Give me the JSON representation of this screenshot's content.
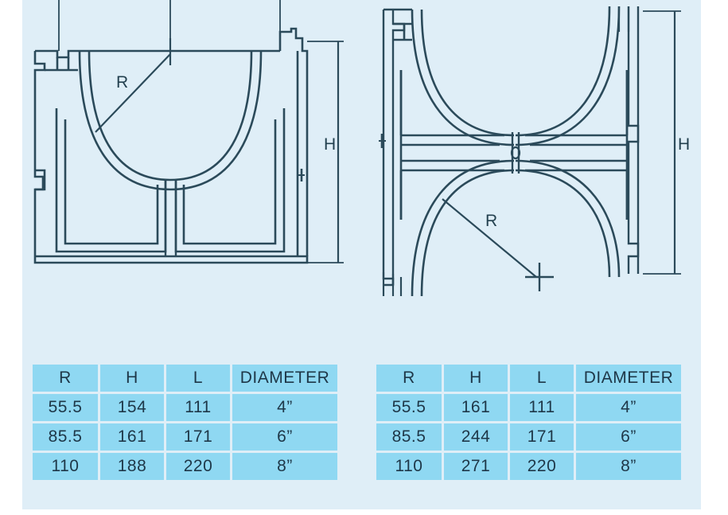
{
  "page": {
    "background_color": "#ffffff",
    "panel_color": "#dfeef7",
    "line_color": "#2b4a5a",
    "table_cell_color": "#8fd8f2",
    "table_text_color": "#1e3748"
  },
  "drawings": [
    {
      "id": "left-channel-section",
      "name": "u-channel-cross-section",
      "labels": {
        "radius": "R",
        "height": "H"
      }
    },
    {
      "id": "right-channel-section",
      "name": "hourglass-channel-cross-section",
      "labels": {
        "radius": "R",
        "height": "H"
      }
    }
  ],
  "tables": [
    {
      "id": "left-table",
      "name": "dimension-table-left",
      "headers": [
        "R",
        "H",
        "L",
        "DIAMETER"
      ],
      "rows": [
        [
          "55.5",
          "154",
          "111",
          "4”"
        ],
        [
          "85.5",
          "161",
          "171",
          "6”"
        ],
        [
          "110",
          "188",
          "220",
          "8”"
        ]
      ]
    },
    {
      "id": "right-table",
      "name": "dimension-table-right",
      "headers": [
        "R",
        "H",
        "L",
        "DIAMETER"
      ],
      "rows": [
        [
          "55.5",
          "161",
          "111",
          "4”"
        ],
        [
          "85.5",
          "244",
          "171",
          "6”"
        ],
        [
          "110",
          "271",
          "220",
          "8”"
        ]
      ]
    }
  ]
}
